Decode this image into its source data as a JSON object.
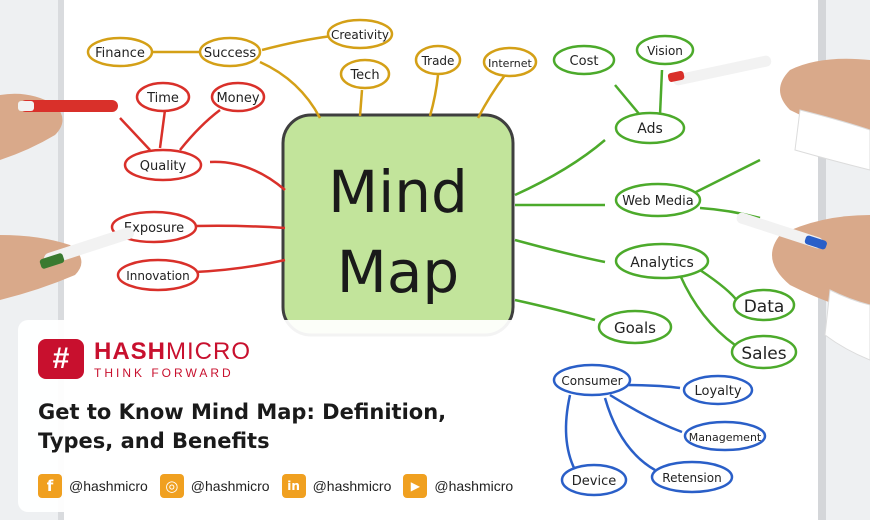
{
  "mindmap": {
    "center_line1": "Mind",
    "center_line2": "Map",
    "nodes": {
      "finance": "Finance",
      "success": "Success",
      "creativity": "Creativity",
      "tech": "Tech",
      "trade": "Trade",
      "internet": "Internet",
      "time": "Time",
      "money": "Money",
      "quality": "Quality",
      "exposure": "Exposure",
      "innovation": "Innovation",
      "cost": "Cost",
      "vision": "Vision",
      "ads": "Ads",
      "web_media": "Web Media",
      "analytics": "Analytics",
      "goals": "Goals",
      "data": "Data",
      "sales": "Sales",
      "consumer": "Consumer",
      "loyalty": "Loyalty",
      "management": "Management",
      "retension": "Retension",
      "device": "Device"
    },
    "colors": {
      "red": "#d9302a",
      "orange": "#d4a017",
      "green": "#4caa2b",
      "blue": "#2a5fc8",
      "center_fill": "#b8e08a"
    }
  },
  "card": {
    "brand_name_hash": "HASH",
    "brand_name_micro": "MICRO",
    "brand_tagline": "THINK FORWARD",
    "logo_glyph": "#",
    "title": "Get to Know Mind Map: Definition, Types, and Benefits"
  },
  "socials": [
    {
      "icon": "facebook-icon",
      "glyph": "f",
      "handle": "@hashmicro"
    },
    {
      "icon": "instagram-icon",
      "glyph": "◎",
      "handle": "@hashmicro"
    },
    {
      "icon": "linkedin-icon",
      "glyph": "in",
      "handle": "@hashmicro"
    },
    {
      "icon": "youtube-icon",
      "glyph": "▶",
      "handle": "@hashmicro"
    }
  ]
}
